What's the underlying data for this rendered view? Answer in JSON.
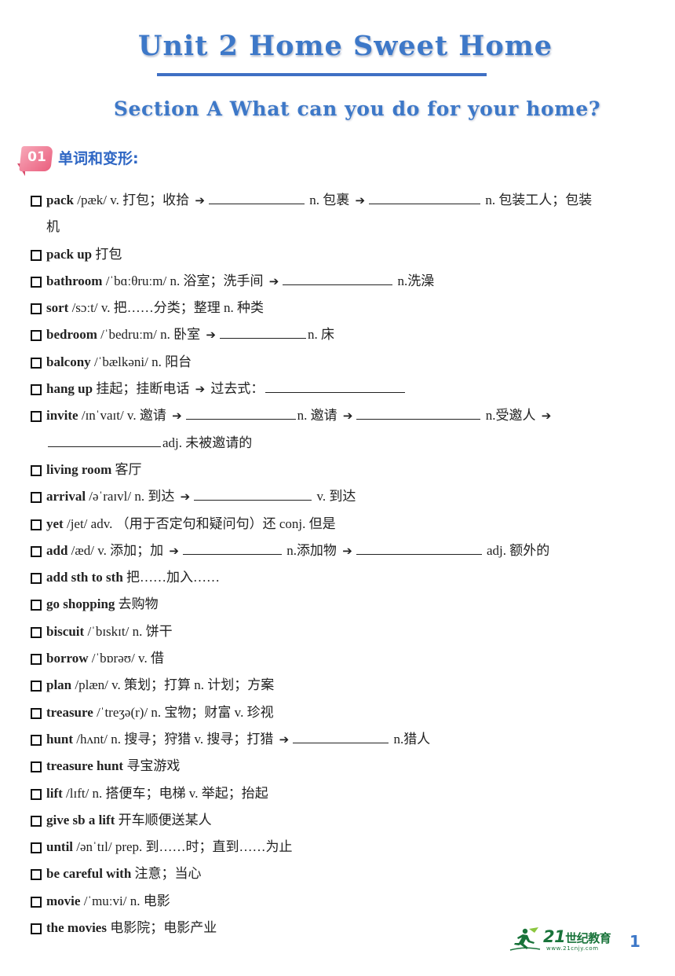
{
  "header": {
    "title": "Unit 2 Home Sweet Home",
    "subtitle": "Section A What can you do for your home?"
  },
  "section": {
    "number": "01",
    "title": "单词和变形:"
  },
  "entries": [
    {
      "term": "pack",
      "a": " /pæk/ v. 打包；收拾 ",
      "b": " n. 包裹 ",
      "c": " n. 包装工人；包装",
      "d": "机"
    },
    {
      "term": "pack up",
      "a": " 打包"
    },
    {
      "term": "bathroom",
      "a": " /ˈbɑːθruːm/  n. 浴室；洗手间 ",
      "b": " n.洗澡"
    },
    {
      "term": "sort",
      "a": " /sɔːt/ v. 把……分类；整理  n. 种类"
    },
    {
      "term": "bedroom",
      "a": " /ˈbedruːm/ n. 卧室  ",
      "b": "n. 床"
    },
    {
      "term": "balcony",
      "a": " /ˈbælkəni/ n. 阳台"
    },
    {
      "term": "hang up",
      "a": " 挂起；挂断电话  ",
      "b": " 过去式："
    },
    {
      "term": "invite",
      "a": " /ɪnˈvaɪt/ v. 邀请  ",
      "b": "n. 邀请 ",
      "c": " n.受邀人 ",
      "d": "adj. 未被邀请的"
    },
    {
      "term": "living room",
      "a": " 客厅"
    },
    {
      "term": "arrival",
      "a": " /əˈraɪvl/ n. 到达  ",
      "b": " v. 到达"
    },
    {
      "term": "yet",
      "a": " /jet/ adv. （用于否定句和疑问句）还   conj. 但是"
    },
    {
      "term": "add",
      "a": " /æd/ v. 添加；加 ",
      "b": " n.添加物 ",
      "c": " adj. 额外的"
    },
    {
      "term": "add sth to sth",
      "a": " 把……加入……"
    },
    {
      "term": "go shopping",
      "a": " 去购物"
    },
    {
      "term": "biscuit",
      "a": " /ˈbɪskɪt/ n. 饼干"
    },
    {
      "term": "borrow",
      "a": " /ˈbɒrəʊ/ v. 借"
    },
    {
      "term": "plan",
      "a": " /plæn/ v. 策划；打算   n. 计划；方案"
    },
    {
      "term": "treasure",
      "a": " /ˈtreʒə(r)/ n. 宝物；财富  v. 珍视"
    },
    {
      "term": "hunt",
      "a": " /hʌnt/ n. 搜寻；狩猎  v. 搜寻；打猎 ",
      "b": " n.猎人"
    },
    {
      "term": "treasure hunt",
      "a": " 寻宝游戏"
    },
    {
      "term": "lift",
      "a": " /lɪft/ n. 搭便车；电梯  v. 举起；抬起"
    },
    {
      "term": "give sb a lift",
      "a": " 开车顺便送某人"
    },
    {
      "term": "until",
      "a": " /ənˈtɪl/   prep. 到……时；直到……为止"
    },
    {
      "term": "be careful with",
      "a": " 注意；当心"
    },
    {
      "term": "movie",
      "a": " /ˈmuːvi/ n. 电影"
    },
    {
      "term": "the movies",
      "a": " 电影院；电影产业"
    }
  ],
  "footer": {
    "logo_text": "21",
    "logo_cn": "世纪教育",
    "logo_url": "www.21cnjy.com",
    "page_number": "1"
  },
  "colors": {
    "heading_blue": "#3d78c8",
    "badge_pink": "#ea5f7e",
    "logo_green": "#19733a"
  }
}
